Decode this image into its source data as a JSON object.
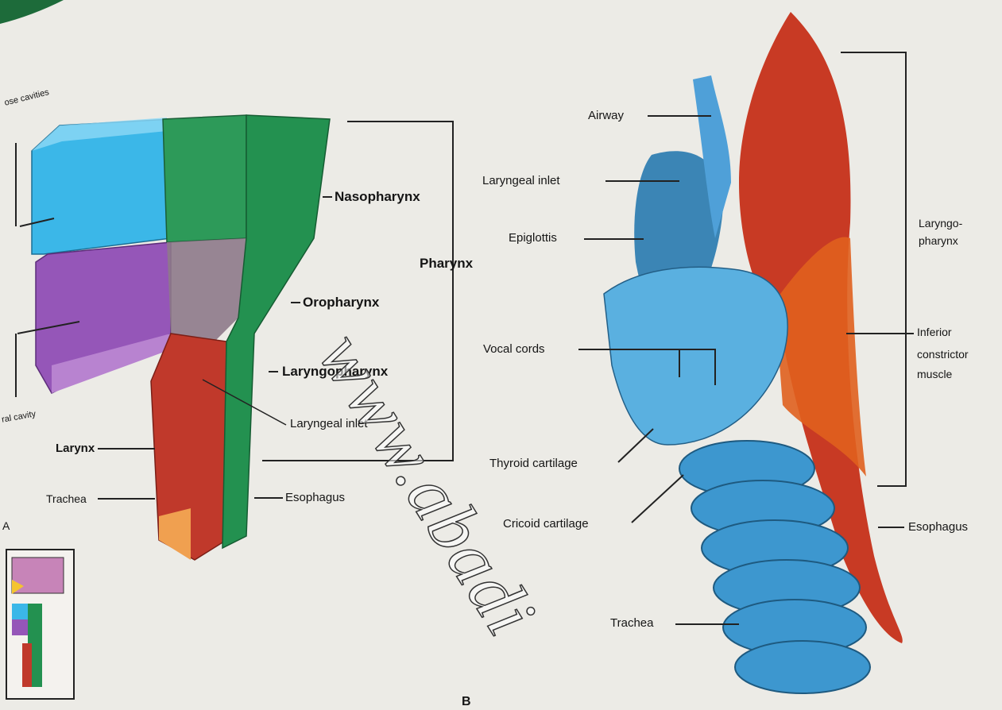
{
  "panel_a": {
    "labels": {
      "nasal_cavities": "ose cavities",
      "oral_cavity": "ral cavity",
      "nasopharynx": "Nasopharynx",
      "pharynx": "Pharynx",
      "oropharynx": "Oropharynx",
      "laryngopharynx": "Laryngopharynx",
      "laryngeal_inlet": "Laryngeal inlet",
      "larynx": "Larynx",
      "trachea": "Trachea",
      "esophagus": "Esophagus"
    },
    "panel_letter": "A"
  },
  "panel_b": {
    "labels": {
      "airway": "Airway",
      "laryngeal_inlet": "Laryngeal inlet",
      "epiglottis": "Epiglottis",
      "vocal_cords": "Vocal cords",
      "thyroid_cartilage": "Thyroid cartilage",
      "cricoid_cartilage": "Cricoid cartilage",
      "trachea": "Trachea",
      "laryngopharynx_1": "Laryngo-",
      "laryngopharynx_2": "pharynx",
      "inferior_constrictor_1": "Inferior",
      "inferior_constrictor_2": "constrictor",
      "inferior_constrictor_3": "muscle",
      "esophagus": "Esophagus"
    },
    "panel_letter": "B"
  },
  "watermark": "www.abadi"
}
